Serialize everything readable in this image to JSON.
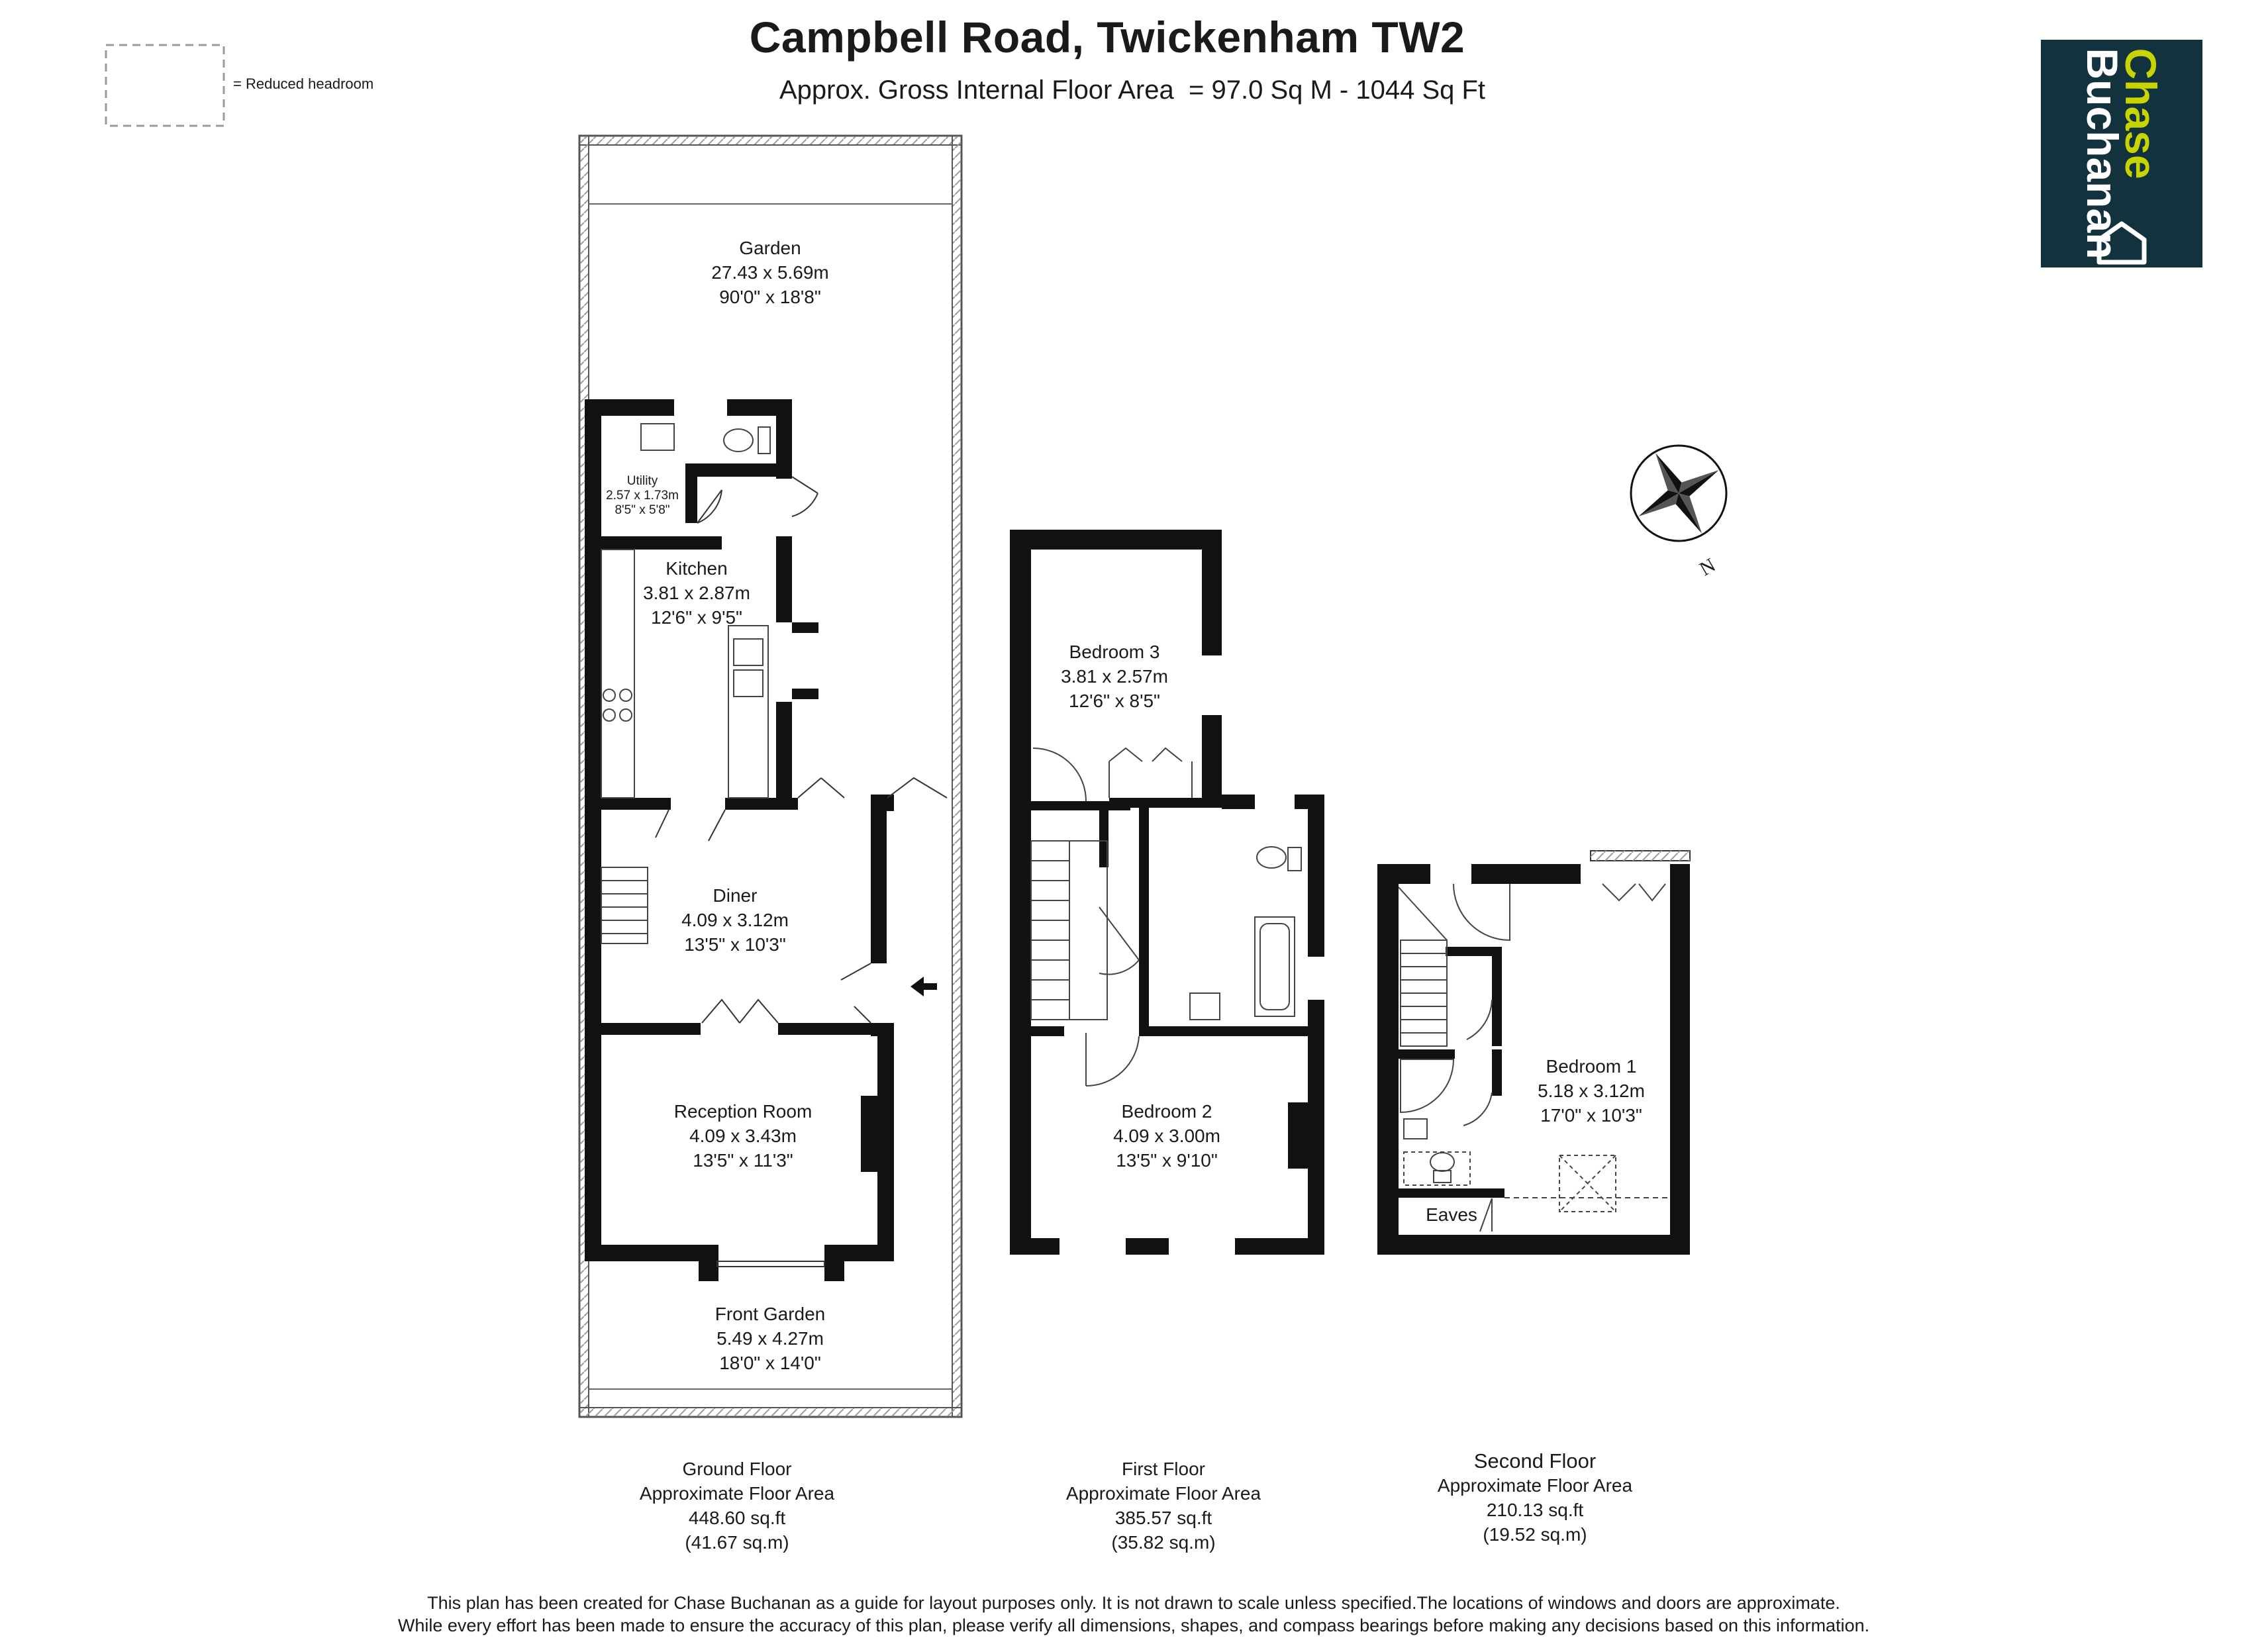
{
  "header": {
    "title": "Campbell Road, Twickenham",
    "postcode": "TW2",
    "area_label": "Approx. Gross Internal Floor Area",
    "area_value": "= 97.0 Sq M - 1044 Sq Ft"
  },
  "legend": {
    "label": "= Reduced headroom"
  },
  "logo": {
    "line1": "Chase",
    "line2": "Buchanan",
    "accent": "#c8d400",
    "background": "#12333e",
    "icon": "house-icon"
  },
  "compass": {
    "letter": "N",
    "icon": "compass-rose-icon"
  },
  "rooms": {
    "garden": {
      "name": "Garden",
      "metric": "27.43 x 5.69m",
      "imperial": "90'0\" x 18'8\""
    },
    "utility": {
      "name": "Utility",
      "metric": "2.57 x 1.73m",
      "imperial": "8'5\" x 5'8\""
    },
    "kitchen": {
      "name": "Kitchen",
      "metric": "3.81 x 2.87m",
      "imperial": "12'6\" x 9'5\""
    },
    "diner": {
      "name": "Diner",
      "metric": "4.09 x 3.12m",
      "imperial": "13'5\" x 10'3\""
    },
    "reception": {
      "name": "Reception Room",
      "metric": "4.09 x 3.43m",
      "imperial": "13'5\" x 11'3\""
    },
    "front_garden": {
      "name": "Front Garden",
      "metric": "5.49 x 4.27m",
      "imperial": "18'0\" x 14'0\""
    },
    "bedroom3": {
      "name": "Bedroom 3",
      "metric": "3.81 x 2.57m",
      "imperial": "12'6\" x 8'5\""
    },
    "bedroom2": {
      "name": "Bedroom 2",
      "metric": "4.09 x 3.00m",
      "imperial": "13'5\" x 9'10\""
    },
    "bedroom1": {
      "name": "Bedroom 1",
      "metric": "5.18 x 3.12m",
      "imperial": "17'0\" x 10'3\""
    },
    "eaves": {
      "name": "Eaves"
    }
  },
  "floors": {
    "ground": {
      "name": "Ground Floor",
      "label": "Approximate Floor Area",
      "sqft": "448.60 sq.ft",
      "sqm": "(41.67 sq.m)"
    },
    "first": {
      "name": "First Floor",
      "label": "Approximate Floor Area",
      "sqft": "385.57 sq.ft",
      "sqm": "(35.82 sq.m)"
    },
    "second": {
      "name": "Second Floor",
      "label": "Approximate Floor Area",
      "sqft": "210.13 sq.ft",
      "sqm": "(19.52 sq.m)"
    }
  },
  "footer": {
    "line1": "This plan has been created for Chase Buchanan as a guide for layout purposes only. It is not drawn to scale unless specified.The locations of windows and doors are approximate.",
    "line2": "While every effort has been made to ensure the accuracy of this plan, please verify all dimensions, shapes, and compass bearings before making any decisions based on this information."
  }
}
